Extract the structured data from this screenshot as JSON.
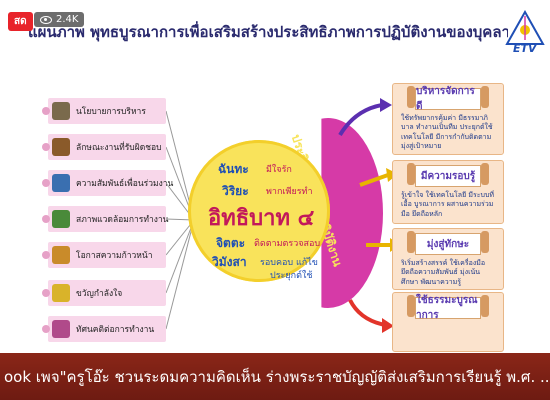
{
  "overlay": {
    "live_label": "สด",
    "view_count": "2.4K"
  },
  "slide": {
    "title": "แผนภาพ พุทธบูรณาการเพื่อเสริมสร้างประสิทธิภาพการปฏิบัติงานของบุคลากร",
    "left_items": [
      "นโยบายการบริหาร",
      "ลักษณะงานที่รับผิดชอบ",
      "ความสัมพันธ์เพื่อนร่วมงาน",
      "สภาพแวดล้อมการทำงาน",
      "โอกาสความก้าวหน้า",
      "ขวัญกำลังใจ",
      "ทัศนคติต่อการทำงาน"
    ],
    "center": {
      "main": "อิทธิบาท ๔",
      "chanta": "ฉันทะ",
      "chanta_desc": "มีใจรัก",
      "wiriya": "วิริยะ",
      "wiriya_desc": "พากเพียรทำ",
      "jitta": "จิตตะ",
      "jitta_desc": "ติดตามตรวจสอบ",
      "wimangsa": "วิมังสา",
      "wimangsa_desc": "รอบคอบ แก้ไข",
      "wimangsa_desc2": "ประยุกต์ใช้"
    },
    "arc_text": "ประสิทธิภาพการปฏิบัติงาน",
    "right_boxes": [
      {
        "title": "บริหารจัดการดี",
        "body": "ใช้ทรัพยากรคุ้มค่า มีธรรมาภิบาล ทำงานเป็นทีม ประยุกต์ใช้เทคโนโลยี มีการกำกับติดตาม มุ่งสู่เป้าหมาย"
      },
      {
        "title": "มีความรอบรู้",
        "body": "รู้เข้าใจ ใช้เทคโนโลยี มีระบบที่เอื้อ บูรณาการ ผสานความร่วมมือ ยึดถือหลัก"
      },
      {
        "title": "มุ่งสู่ทักษะ",
        "body": "ริเริ่มสร้างสรรค์ ใช้เครื่องมือ ยึดถือความสัมพันธ์ มุ่งเน้นศึกษา พัฒนาความรู้"
      },
      {
        "title": "ใช้ธรรมะบูรณาการ",
        "body": ""
      }
    ],
    "logo_text": "ETV"
  },
  "ticker": {
    "text": "ook เพจ\"ครูโอ๊ะ ชวนระดมความคิดเห็น ร่างพระราชบัญญัติส่งเสริมการเรียนรู้ พ.ศ. ...."
  },
  "colors": {
    "accent": "#d63aa7",
    "center": "#f9e35b",
    "ticker": "#7a2015",
    "left_item": "#f8d7ea"
  }
}
